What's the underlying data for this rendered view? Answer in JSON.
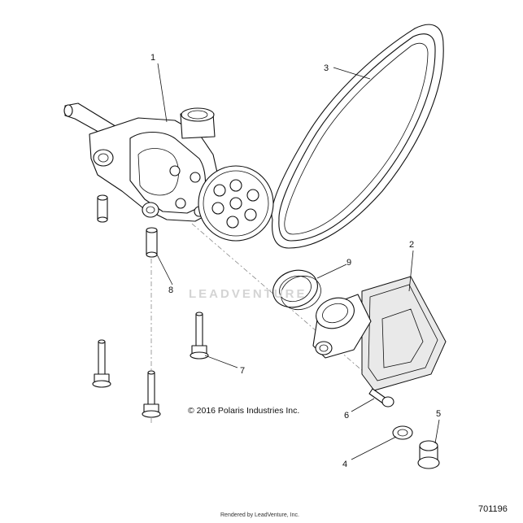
{
  "callouts": [
    {
      "number": "1",
      "part": "oil pump assembly"
    },
    {
      "number": "2",
      "part": "oil pickup strainer"
    },
    {
      "number": "3",
      "part": "drive chain"
    },
    {
      "number": "4",
      "part": "washer"
    },
    {
      "number": "5",
      "part": "plug"
    },
    {
      "number": "6",
      "part": "screw"
    },
    {
      "number": "7",
      "part": "bolt"
    },
    {
      "number": "8",
      "part": "dowel pin"
    },
    {
      "number": "9",
      "part": "o-ring seal"
    }
  ],
  "copyright": "© 2016 Polaris Industries Inc.",
  "diagram_id": "701196",
  "rendered_by": "Rendered by LeadVenture, Inc.",
  "watermark": "LEADVENTURE"
}
